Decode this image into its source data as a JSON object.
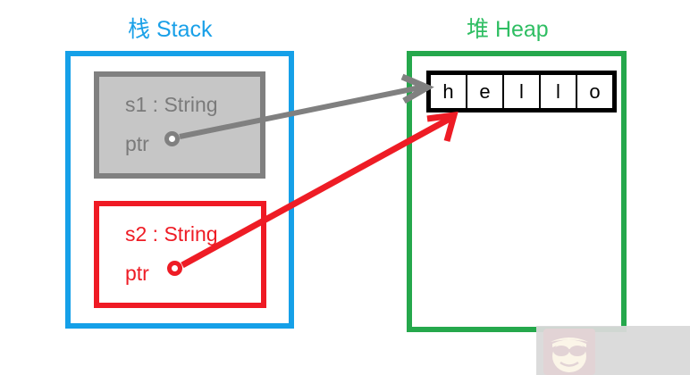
{
  "diagram": {
    "title_stack": "栈 Stack",
    "title_heap": "堆 Heap",
    "colors": {
      "stack_border": "#15a0e8",
      "heap_border": "#25a84c",
      "s1_fill": "#c6c6c6",
      "s1_border": "#808080",
      "s2_border": "#ef1a24",
      "red": "#ee1c25",
      "gray": "#808080",
      "black": "#000000"
    }
  },
  "stack": {
    "label": "栈 Stack",
    "variables": [
      {
        "name": "s1-frame",
        "title": "s1 : String",
        "field": "ptr",
        "pointer_target": "heap-string",
        "color": "#7a7a7a"
      },
      {
        "name": "s2-frame",
        "title": "s2 : String",
        "field": "ptr",
        "pointer_target": "heap-string",
        "color": "#ee1c25"
      }
    ]
  },
  "heap": {
    "label": "堆 Heap",
    "string_value": "hello",
    "cells": [
      "h",
      "e",
      "l",
      "l",
      "o"
    ]
  },
  "arrows": [
    {
      "name": "s1-to-heap-arrow",
      "color": "#808080",
      "from": "s1.ptr",
      "to": "heap.string"
    },
    {
      "name": "s2-to-heap-arrow",
      "color": "#ee1c25",
      "from": "s2.ptr",
      "to": "heap.string"
    }
  ],
  "watermark": {
    "name": "watermark-logo"
  }
}
